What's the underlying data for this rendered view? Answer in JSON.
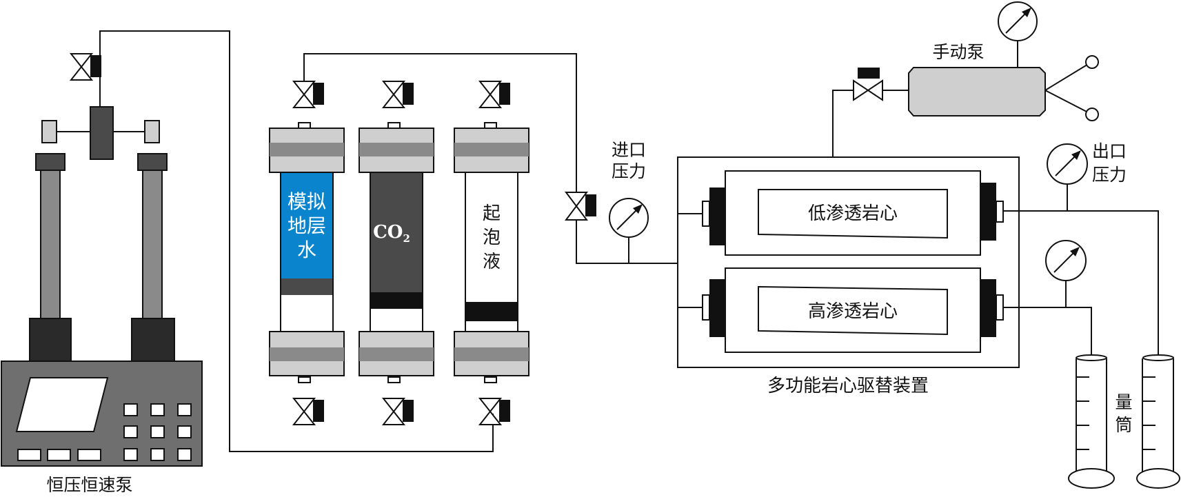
{
  "labels": {
    "pump": "恒压恒速泵",
    "cyl_water": [
      "模拟",
      "地层",
      "水"
    ],
    "cyl_co2_main": "CO",
    "cyl_co2_sub": "2",
    "cyl_foam": [
      "起",
      "泡",
      "液"
    ],
    "inlet_pressure": [
      "进口",
      "压力"
    ],
    "outlet_pressure": [
      "出口",
      "压力"
    ],
    "hand_pump": "手动泵",
    "low_perm_core": "低渗透岩心",
    "high_perm_core": "高渗透岩心",
    "displacement_device": "多功能岩心驱替装置",
    "cylinder": [
      "量",
      "筒"
    ]
  },
  "colors": {
    "line": "#111111",
    "water_fill": "#0a84cc",
    "co2_fill": "#4a4a4a",
    "gray_dark": "#6f6f6f",
    "gray_mid": "#8a8a8a",
    "gray_light": "#cfcfcf",
    "block": "#2a2a2a"
  }
}
